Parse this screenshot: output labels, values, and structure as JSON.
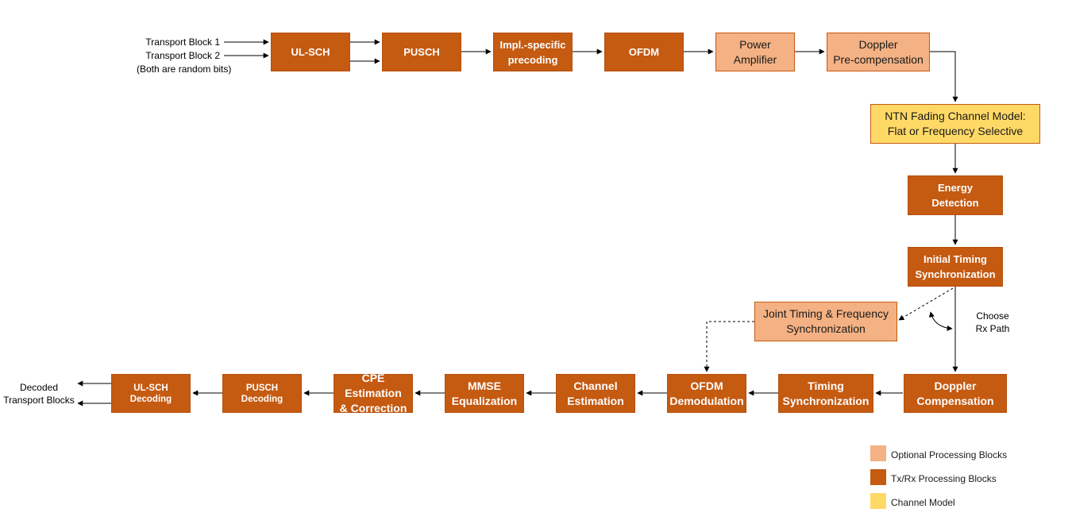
{
  "inputs": {
    "tb1": "Transport Block 1",
    "tb2": "Transport Block 2",
    "note": "(Both are random bits)"
  },
  "tx_chain": {
    "ulsch": "UL-SCH",
    "pusch": "PUSCH",
    "precoding": "Impl.-specific\nprecoding",
    "ofdm": "OFDM",
    "pa": "Power\nAmplifier",
    "doppler_pre": "Doppler\nPre-compensation"
  },
  "channel": {
    "model": "NTN Fading Channel Model:\nFlat or Frequency Selective"
  },
  "rx_chain": {
    "energy": "Energy\nDetection",
    "initial_timing": "Initial Timing\nSynchronization",
    "joint_sync": "Joint Timing & Frequency\nSynchronization",
    "choose_path": "Choose\nRx Path",
    "doppler_comp": "Doppler\nCompensation",
    "timing_sync": "Timing\nSynchronization",
    "ofdm_demod": "OFDM\nDemodulation",
    "channel_est": "Channel\nEstimation",
    "mmse": "MMSE\nEqualization",
    "cpe": "CPE Estimation\n&  Correction",
    "pusch_dec": "PUSCH\nDecoding",
    "ulsch_dec": "UL-SCH\nDecoding"
  },
  "outputs": {
    "decoded": "Decoded\nTransport Blocks"
  },
  "legend": {
    "optional": "Optional Processing Blocks",
    "txrx": "Tx/Rx Processing Blocks",
    "channel": "Channel Model"
  },
  "colors": {
    "txrx": "#c55a11",
    "optional": "#f4b183",
    "channel_model": "#ffd966"
  }
}
